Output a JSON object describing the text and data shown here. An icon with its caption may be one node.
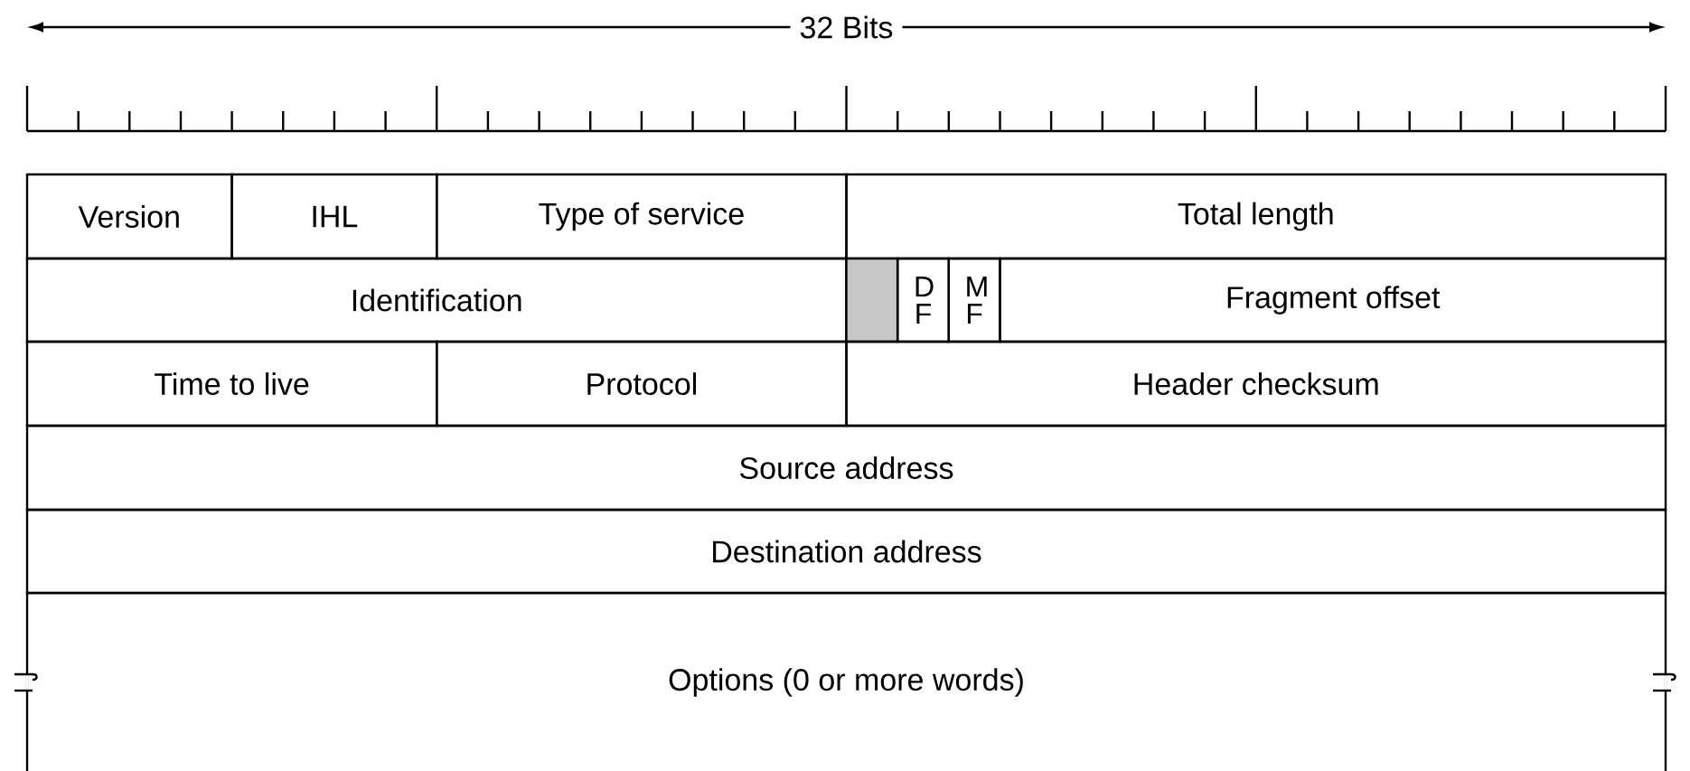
{
  "diagram": {
    "nodes": [
      {
        "text": [
          "Version"
        ]
      },
      {
        "text": [
          "IHL"
        ]
      },
      {
        "text": [
          "Type of service"
        ]
      },
      {
        "text": [
          "Total length"
        ]
      },
      {
        "text": [
          "Identification"
        ]
      },
      {
        "text": [],
        "shape": "box"
      },
      {
        "text": [
          "D F"
        ]
      },
      {
        "text": [
          "M F"
        ]
      },
      {
        "text": [
          "Fragment offset"
        ]
      },
      {
        "text": [
          "Time to live"
        ]
      },
      {
        "text": [
          "Protocol"
        ]
      },
      {
        "text": [
          "Header checksum"
        ]
      },
      {
        "text": [
          "Source address"
        ]
      },
      {
        "text": [
          "Destination address"
        ]
      },
      {
        "text": [
          "Options (0 or more words)"
        ]
      }
    ],
    "labels": [
      "32 Bits"
    ]
  }
}
